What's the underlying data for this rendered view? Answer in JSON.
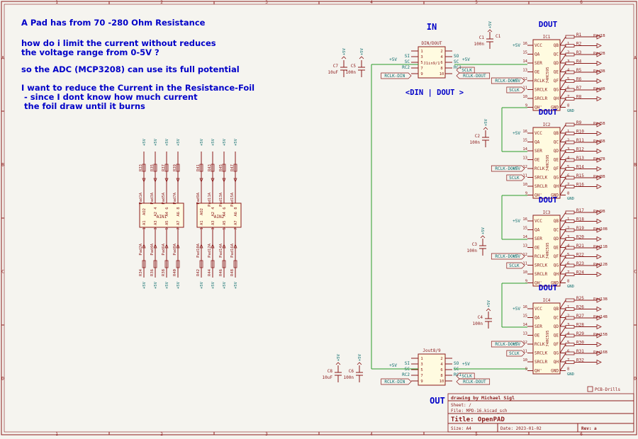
{
  "notes": [
    "A Pad has from 70 -280 Ohm Resistance",
    "how do i limit the current without reduces",
    "the voltage range from 0-5V ?",
    "so the ADC (MCP3208) can use its full potential",
    "I want to reduce the Current in the Resistance-Foil",
    " - since I dont know how much current",
    " the foil draw until it burns"
  ],
  "border": {
    "columns": [
      "1",
      "2",
      "3",
      "4",
      "5",
      "6"
    ],
    "rows": [
      "A",
      "B",
      "C",
      "D"
    ]
  },
  "connectors": {
    "in_title": "IN",
    "out_title": "OUT",
    "din_dout_label": "<DIN | DOUT >",
    "j1": {
      "ref": "DIN/DOUT",
      "value": "J1in9/1"
    },
    "j2": {
      "ref": "Jout8/9"
    },
    "pins_left": [
      "1",
      "3",
      "5",
      "7",
      "9"
    ],
    "pins_right": [
      "2",
      "4",
      "6",
      "8",
      "10"
    ],
    "left_sigs": [
      "SI",
      "SC",
      "RC2"
    ],
    "right_sigs": [
      "SO",
      "SC",
      "RC1"
    ]
  },
  "nets": {
    "plus5v": "+5V",
    "gnd": "GND",
    "sclk": "SCLK",
    "rclk_din": "RCLK-DIN",
    "rclk_dout": "RCLK-DOUT"
  },
  "caps": {
    "C1": {
      "ref": "C1",
      "value": "100n"
    },
    "C2": {
      "ref": "C2",
      "value": "100n"
    },
    "C3": {
      "ref": "C3",
      "value": "100n"
    },
    "C4": {
      "ref": "C4",
      "value": "100n"
    },
    "C5": {
      "ref": "C5",
      "value": "100n"
    },
    "C6": {
      "ref": "C6",
      "value": "100n"
    },
    "C7": {
      "ref": "C7",
      "value": "10uF"
    },
    "C8": {
      "ref": "C8",
      "value": "10uF"
    }
  },
  "shift_registers": [
    {
      "title": "DOUT",
      "ref": "IC1",
      "resistors": [
        "R1",
        "R2",
        "R3",
        "R4",
        "R5",
        "R6",
        "R7",
        "R8"
      ],
      "pads": [
        "Pad1B",
        "Pad2B",
        "Pad3B",
        "Pad4B"
      ]
    },
    {
      "title": "DOUT",
      "ref": "IC2",
      "resistors": [
        "R9",
        "R10",
        "R11",
        "R12",
        "R13",
        "R14",
        "R15",
        "R16"
      ],
      "pads": [
        "Pad5B",
        "Pad6B",
        "Pad7B",
        "Pad8B"
      ]
    },
    {
      "title": "DOUT",
      "ref": "IC3",
      "resistors": [
        "R17",
        "R18",
        "R19",
        "R20",
        "R21",
        "R22",
        "R23",
        "R24"
      ],
      "pads": [
        "Pad9B",
        "Pad10B",
        "Pad11B",
        "Pad12B"
      ]
    },
    {
      "title": "DOUT",
      "ref": "IC4",
      "resistors": [
        "R25",
        "R26",
        "R27",
        "R28",
        "R29",
        "R30",
        "R31",
        "R32"
      ],
      "pads": [
        "Pad13B",
        "Pad14B",
        "Pad15B",
        "Pad16B"
      ]
    }
  ],
  "ic": {
    "pins_left": [
      "VCC",
      "QA",
      "SER",
      "OE",
      "RCLK",
      "SRCLK",
      "SRCLR",
      "QH'"
    ],
    "pins_left_nums": [
      "16",
      "15",
      "14",
      "13",
      "12",
      "11",
      "10",
      "9"
    ],
    "pins_right": [
      "QB",
      "QC",
      "QD",
      "QE",
      "QF",
      "QG",
      "QH",
      "GND"
    ],
    "pins_right_nums": [
      "1",
      "2",
      "3",
      "4",
      "5",
      "6",
      "7",
      "8"
    ],
    "part": "74HC595"
  },
  "ain": {
    "ain1": {
      "ref": "AIN1",
      "top_r": [
        "R33",
        "R35",
        "R37",
        "R39"
      ],
      "bot_r": [
        "R34",
        "R36",
        "R38",
        "R40"
      ],
      "top_pads": [
        "Pad1A",
        "Pad3A",
        "Pad5A",
        "Pad7A"
      ],
      "bot_pads": [
        "Pad2A",
        "Pad4A",
        "Pad6A",
        "Pad8A"
      ],
      "pins_top": [
        "AO2",
        "A2 4",
        "A4 6",
        "A6 8"
      ],
      "pins_bot": [
        "1 A1",
        "3 A3",
        "5 A5",
        "7 A7"
      ]
    },
    "ain2": {
      "ref": "AIN2",
      "top_r": [
        "R41",
        "R43",
        "R45",
        "R47"
      ],
      "bot_r": [
        "R42",
        "R44",
        "R46",
        "R48"
      ],
      "top_pads": [
        "Pad9A",
        "Pad11A",
        "Pad13A",
        "Pad15A"
      ],
      "bot_pads": [
        "Pad10A",
        "Pad12A",
        "Pad14A",
        "Pad16A"
      ],
      "pins_top": [
        "AO2",
        "A2 4",
        "A4 6",
        "A6 8"
      ],
      "pins_bot": [
        "1 A1",
        "3 A3",
        "5 A5",
        "7 A7"
      ]
    }
  },
  "pcb_drills": "PCB-Drills",
  "title_block": {
    "drawn_by": "drawing by Michael Sigl",
    "sheet": "Sheet: /",
    "file": "File: MPD-16.kicad_sch",
    "title": "Title: OpenPAD",
    "size": "Size: A4",
    "date": "Date: 2023-01-02",
    "rev": "Rev: a"
  },
  "colors": {
    "wire": "#2a9d2a",
    "component": "#8b1a1a",
    "label": "#0a6b6b",
    "note": "#0000c8",
    "border": "#8b1a1a",
    "title_text": "#8b1a1a",
    "pad_fill": "#f7f2c8"
  }
}
